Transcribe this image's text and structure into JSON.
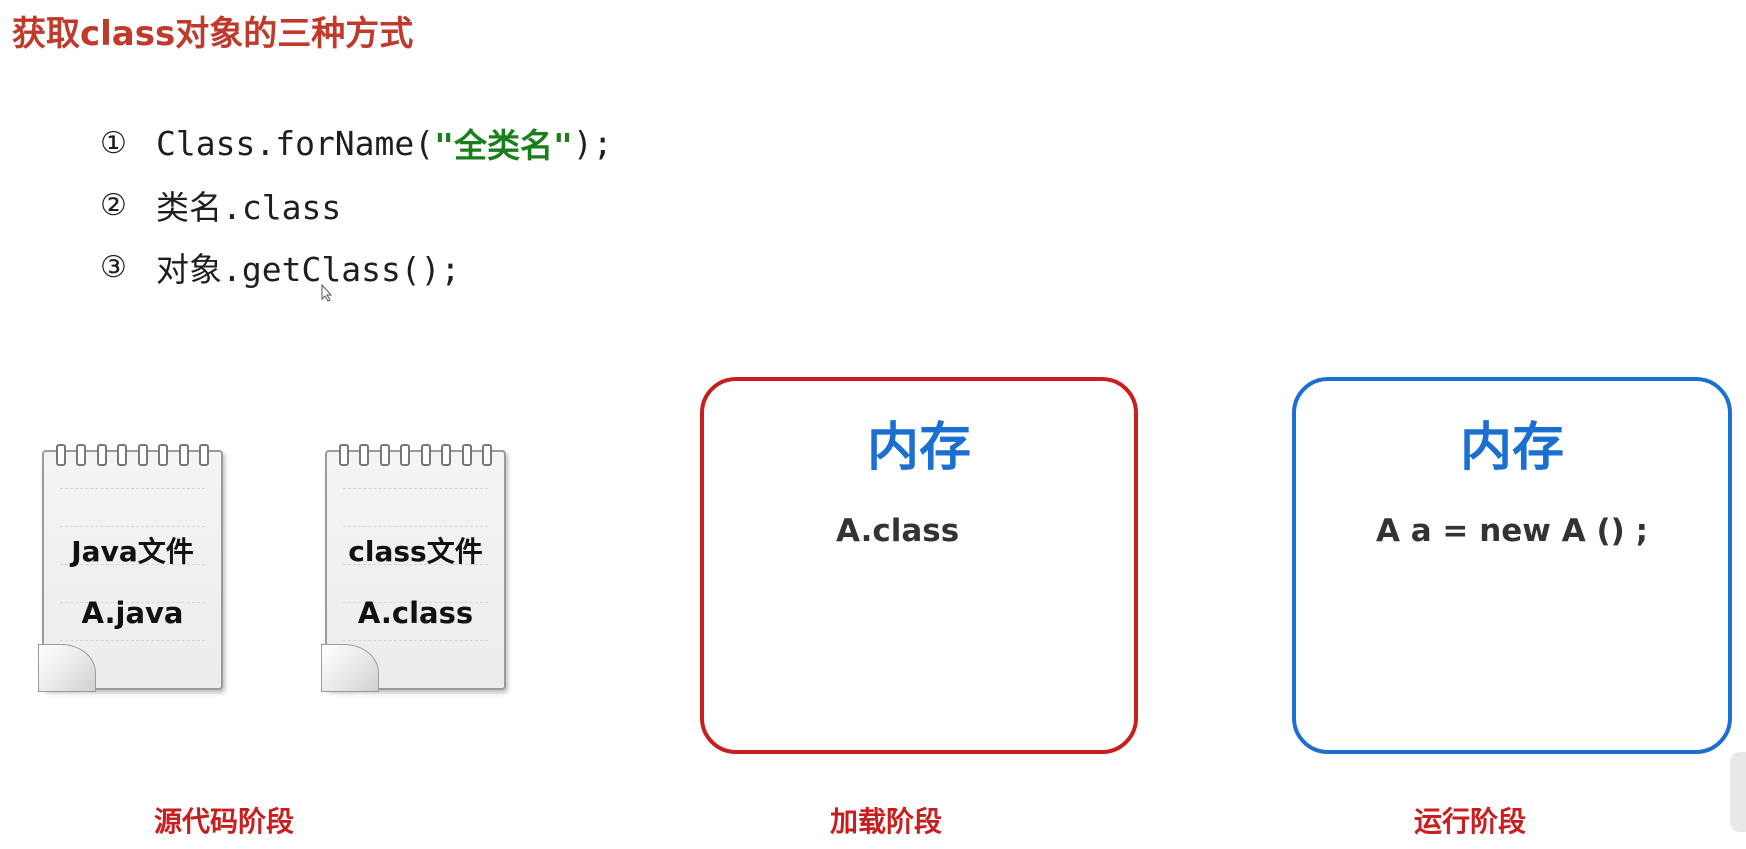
{
  "title": "获取class对象的三种方式",
  "methods": [
    {
      "num": "①",
      "code_prefix": "Class.forName(",
      "code_string": "\"全类名\"",
      "code_suffix": ");"
    },
    {
      "num": "②",
      "code": "类名.class"
    },
    {
      "num": "③",
      "code": "对象.getClass();"
    }
  ],
  "notepads": [
    {
      "title": "Java文件",
      "file": "A.java"
    },
    {
      "title": "class文件",
      "file": "A.class"
    }
  ],
  "memory_boxes": [
    {
      "title": "内存",
      "content": "A.class",
      "border_color": "#c81e1e"
    },
    {
      "title": "内存",
      "content": "A a =  new A () ;",
      "border_color": "#1a6fd1"
    }
  ],
  "stages": [
    "源代码阶段",
    "加载阶段",
    "运行阶段"
  ],
  "colors": {
    "title": "#c0392b",
    "stage_label": "#c81e1e",
    "memory_title": "#1a6fd1",
    "string_literal": "#1a7f1a"
  }
}
